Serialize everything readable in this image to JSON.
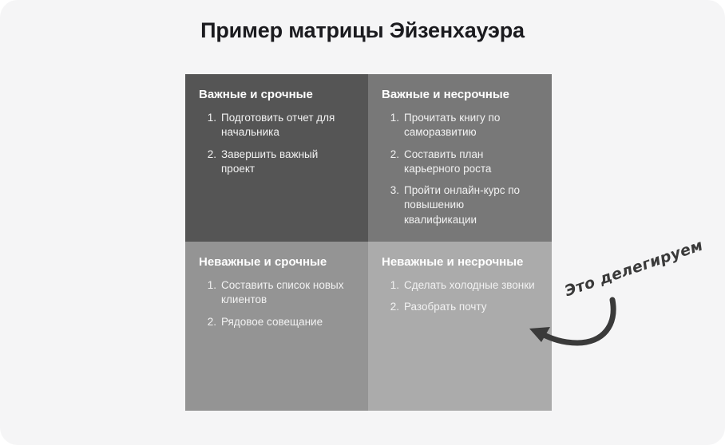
{
  "page": {
    "title": "Пример матрицы Эйзенхауэра",
    "card_background": "#f5f5f6",
    "title_color": "#1b1b1f"
  },
  "matrix": {
    "quadrants": [
      {
        "id": "important-urgent",
        "title": "Важные и срочные",
        "background": "#555555",
        "items": [
          {
            "num": "1.",
            "text": "Подготовить отчет для начальника"
          },
          {
            "num": "2.",
            "text": "Завершить важный проект"
          }
        ]
      },
      {
        "id": "important-not-urgent",
        "title": "Важные и несрочные",
        "background": "#787878",
        "items": [
          {
            "num": "1.",
            "text": "Прочитать книгу по саморазвитию"
          },
          {
            "num": "2.",
            "text": "Составить план карьерного роста"
          },
          {
            "num": "3.",
            "text": "Пройти онлайн-курс по повышению квалификации"
          }
        ]
      },
      {
        "id": "not-important-urgent",
        "title": "Неважные и срочные",
        "background": "#949494",
        "items": [
          {
            "num": "1.",
            "text": "Составить список новых клиентов"
          },
          {
            "num": "2.",
            "text": "Рядовое совещание"
          }
        ]
      },
      {
        "id": "not-important-not-urgent",
        "title": "Неважные и несрочные",
        "background": "#ababab",
        "items": [
          {
            "num": "1.",
            "text": "Сделать холодные звонки"
          },
          {
            "num": "2.",
            "text": "Разобрать почту"
          }
        ]
      }
    ]
  },
  "annotation": {
    "text": "Это делегируем",
    "color": "#3a3a3a",
    "arrow_color": "#3a3a3a"
  }
}
